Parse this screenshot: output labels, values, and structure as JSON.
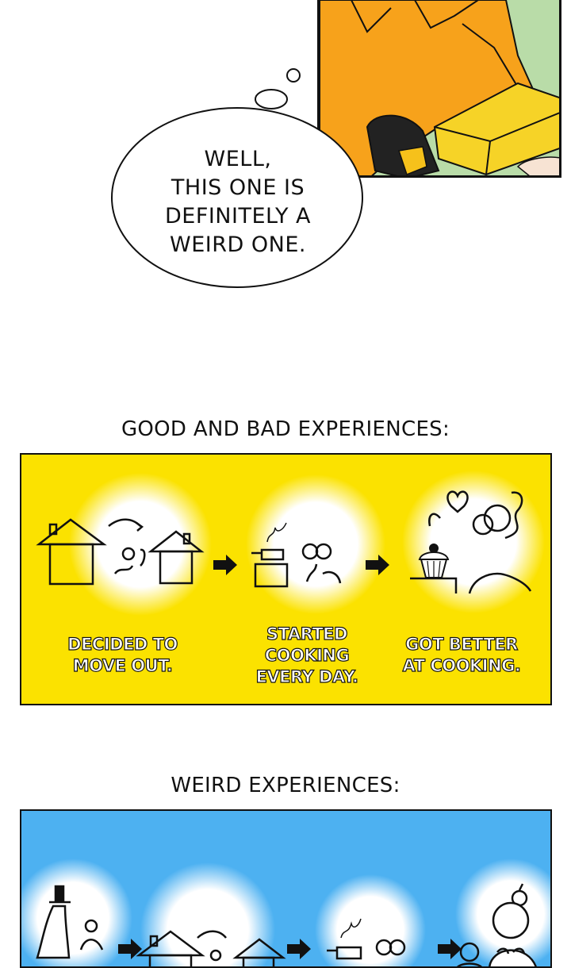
{
  "bubble": {
    "lines": [
      "WELL,",
      "THIS ONE IS",
      "DEFINITELY A",
      "WEIRD ONE."
    ]
  },
  "sections": {
    "good_bad": {
      "heading": "GOOD AND BAD EXPERIENCES:",
      "steps": [
        {
          "lines": [
            "DECIDED TO",
            "MOVE OUT."
          ]
        },
        {
          "lines": [
            "STARTED",
            "COOKING",
            "EVERY DAY."
          ]
        },
        {
          "lines": [
            "GOT BETTER",
            "AT COOKING."
          ]
        }
      ]
    },
    "weird": {
      "heading": "WEIRD EXPERIENCES:"
    }
  },
  "colors": {
    "yellow_panel": "#fbe200",
    "blue_panel": "#4db1f1",
    "shirt_orange": "#f7a21b",
    "box_yellow": "#f6d327"
  }
}
